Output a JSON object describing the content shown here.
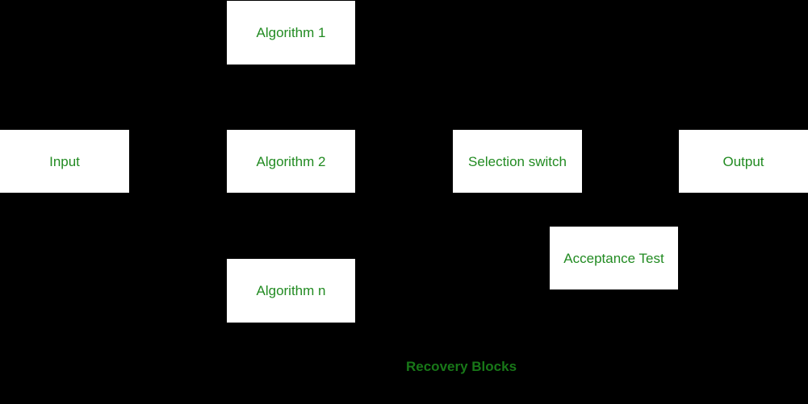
{
  "diagram": {
    "caption": "Recovery Blocks",
    "nodes": [
      {
        "id": "algorithm-1",
        "label": "Algorithm 1"
      },
      {
        "id": "input",
        "label": "Input"
      },
      {
        "id": "algorithm-2",
        "label": "Algorithm 2"
      },
      {
        "id": "selection-switch",
        "label": "Selection switch"
      },
      {
        "id": "output",
        "label": "Output"
      },
      {
        "id": "algorithm-n",
        "label": "Algorithm n"
      },
      {
        "id": "acceptance-test",
        "label": "Acceptance Test"
      }
    ],
    "colors": {
      "background": "#000000",
      "node_fill": "#ffffff",
      "node_text": "#228B22",
      "caption_text": "#187818"
    }
  }
}
